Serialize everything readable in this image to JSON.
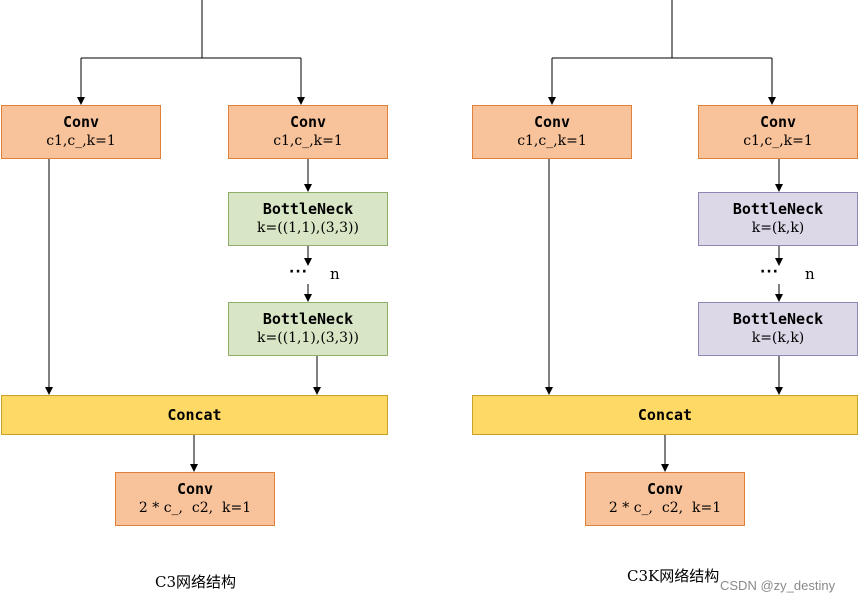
{
  "left": {
    "conv1": {
      "title": "Conv",
      "params": "c1,c_,k=1"
    },
    "conv2": {
      "title": "Conv",
      "params": "c1,c_,k=1"
    },
    "bottleneck1": {
      "title": "BottleNeck",
      "params": "k=((1,1),(3,3))"
    },
    "dots": "···",
    "n_label": "n",
    "bottleneck2": {
      "title": "BottleNeck",
      "params": "k=((1,1),(3,3))"
    },
    "concat": {
      "title": "Concat"
    },
    "conv_out": {
      "title": "Conv",
      "params": "2 * c_,  c2,  k=1"
    },
    "caption": "C3网络结构"
  },
  "right": {
    "conv1": {
      "title": "Conv",
      "params": "c1,c_,k=1"
    },
    "conv2": {
      "title": "Conv",
      "params": "c1,c_,k=1"
    },
    "bottleneck1": {
      "title": "BottleNeck",
      "params": "k=(k,k)"
    },
    "dots": "···",
    "n_label": "n",
    "bottleneck2": {
      "title": "BottleNeck",
      "params": "k=(k,k)"
    },
    "concat": {
      "title": "Concat"
    },
    "conv_out": {
      "title": "Conv",
      "params": "2 * c_,  c2,  k=1"
    },
    "caption": "C3K网络结构"
  },
  "watermark": "CSDN @zy_destiny",
  "colors": {
    "conv_fill": "#f8c39b",
    "conv_border": "#e0813b",
    "bottleneck_green_fill": "#d8e6c6",
    "bottleneck_purple_fill": "#dcd8e8",
    "concat_fill": "#ffd966",
    "line": "#000000"
  }
}
